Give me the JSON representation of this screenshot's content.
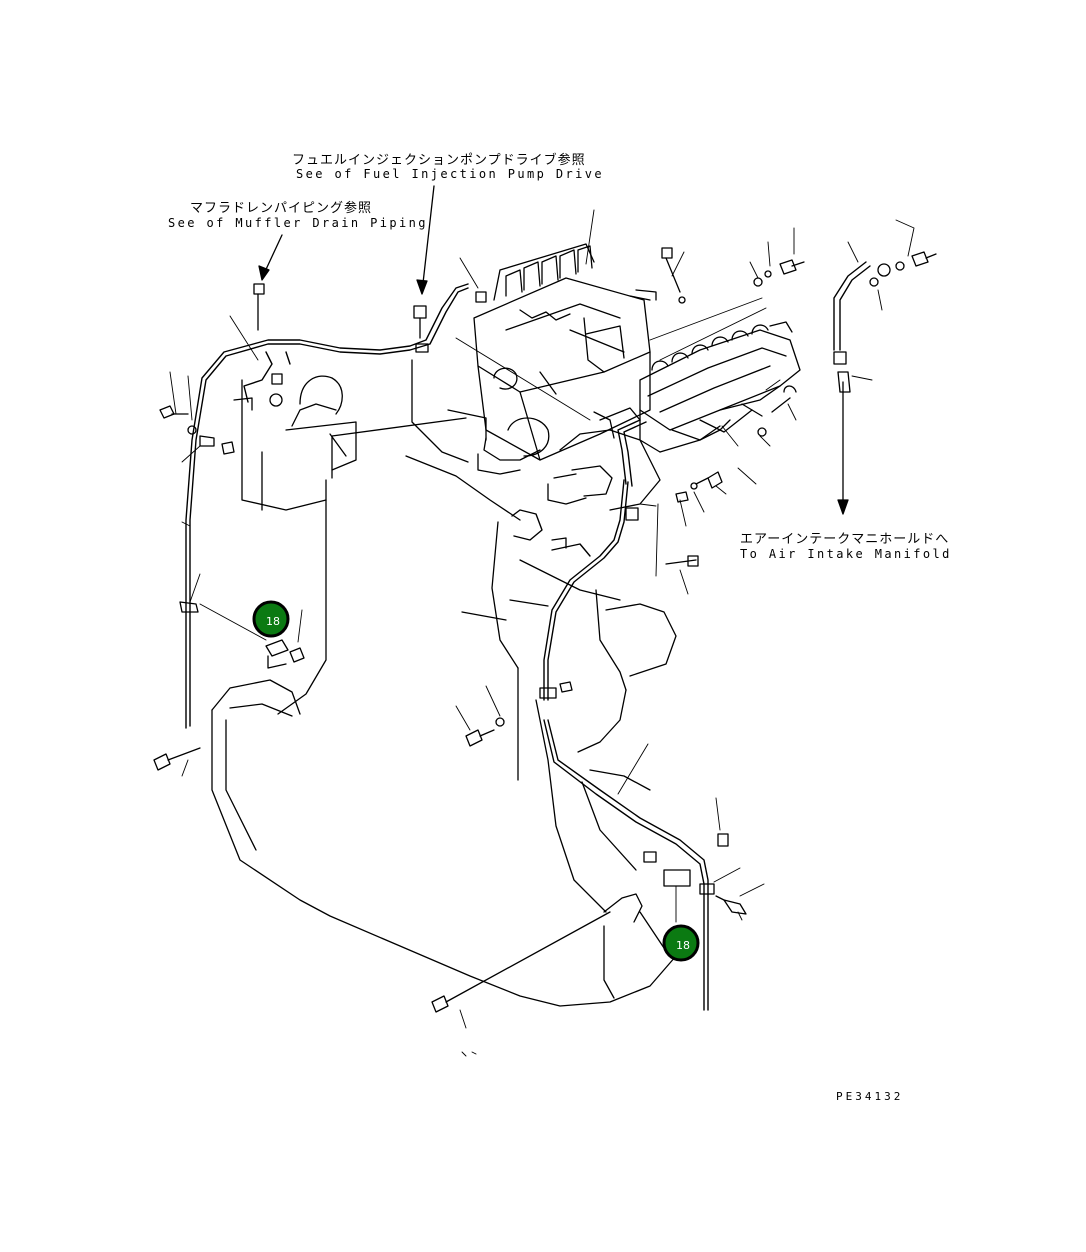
{
  "references": {
    "fuel_pump_jp": "フュエルインジェクションポンプドライブ参照",
    "fuel_pump_en": "See of Fuel Injection Pump Drive",
    "muffler_jp": "マフラドレンパイピング参照",
    "muffler_en": "See of Muffler Drain Piping",
    "intake_jp": "エアーインテークマニホールドへ",
    "intake_en": "To Air Intake Manifold"
  },
  "callouts": [
    {
      "label": "18"
    },
    {
      "label": "18"
    }
  ],
  "colors": {
    "callout_fill": "#0b7a12",
    "line": "#000000"
  },
  "drawing_code": "PE34132"
}
